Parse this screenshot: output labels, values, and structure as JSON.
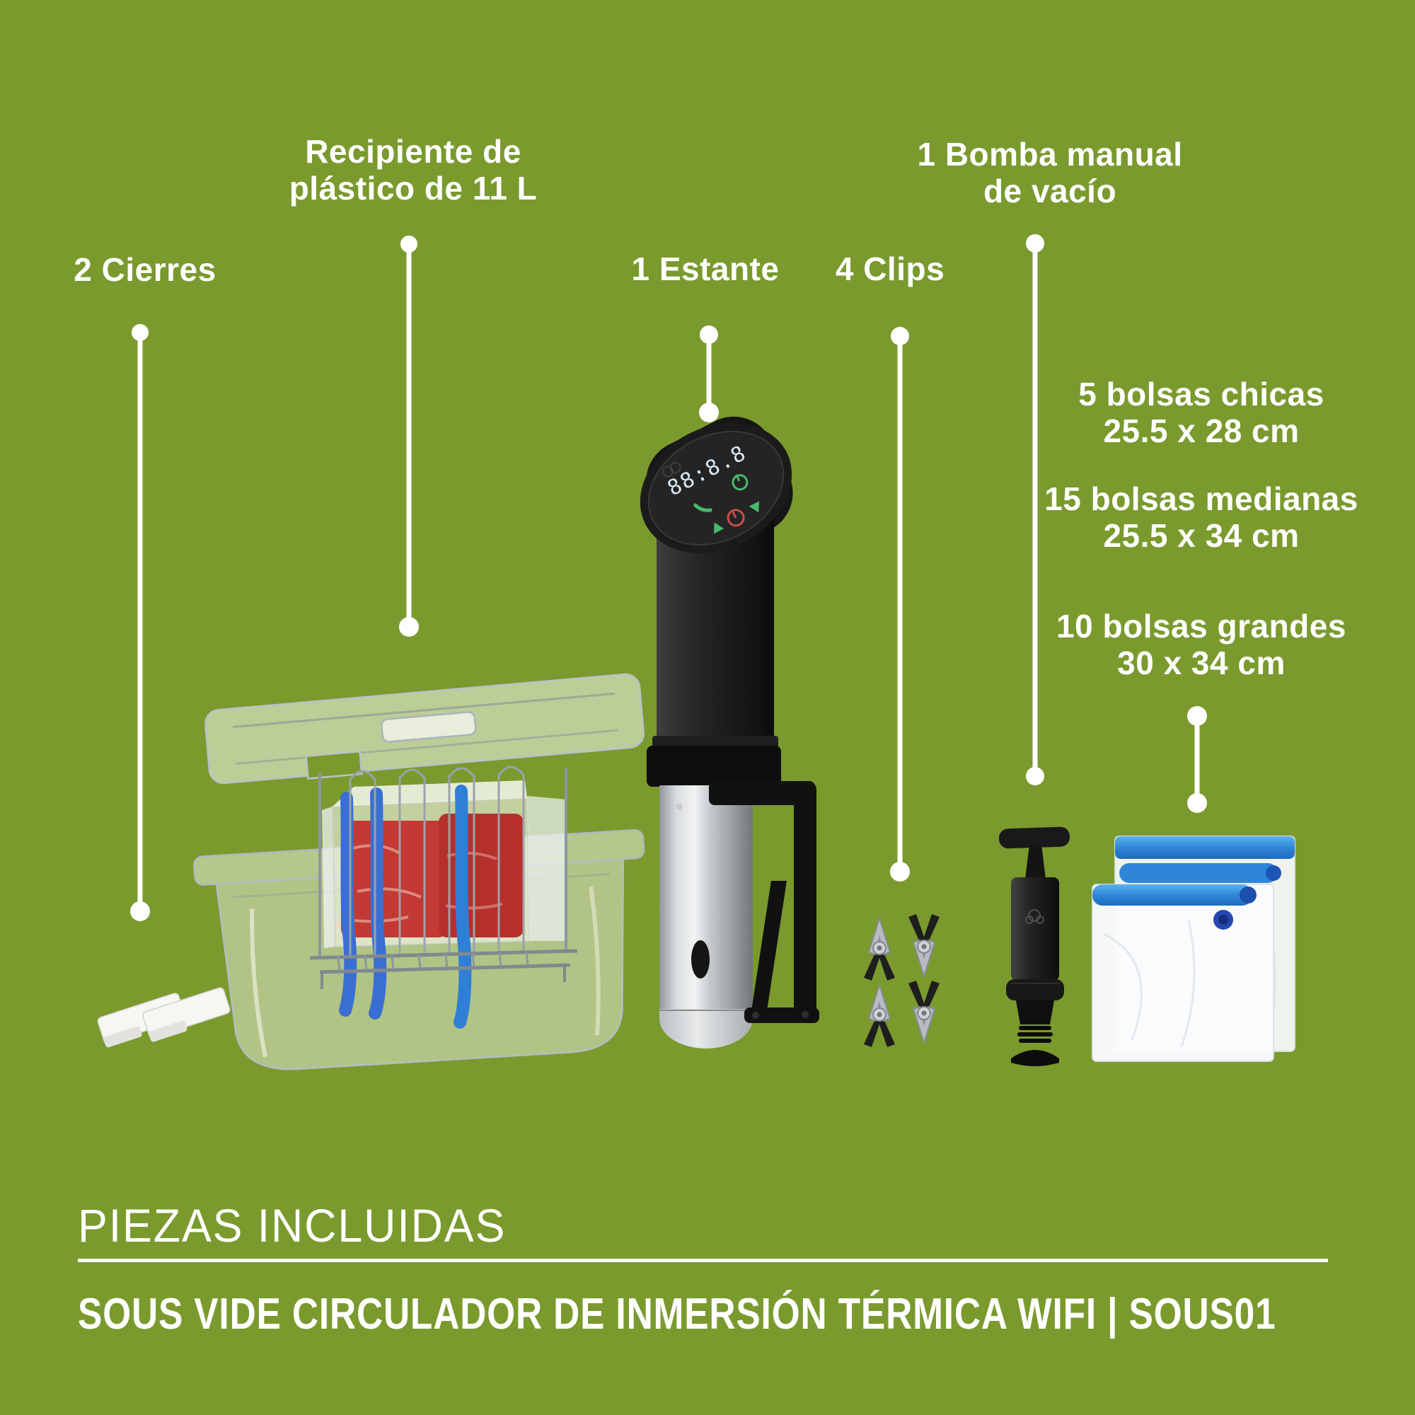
{
  "background": "#7a9a2e",
  "text_color": "#ffffff",
  "labels": {
    "recipiente": {
      "line1": "Recipiente de",
      "line2": "plástico de 11 L"
    },
    "cierres": {
      "line1": "2 Cierres"
    },
    "estante": {
      "line1": "1 Estante"
    },
    "clips": {
      "line1": "4 Clips"
    },
    "bomba": {
      "line1": "1 Bomba manual",
      "line2": "de vacío"
    },
    "bolsas_chicas": {
      "line1": "5 bolsas chicas",
      "line2": "25.5 x 28 cm"
    },
    "bolsas_medianas": {
      "line1": "15 bolsas medianas",
      "line2": "25.5 x 34 cm"
    },
    "bolsas_grandes": {
      "line1": "10 bolsas grandes",
      "line2": "30 x 34 cm"
    }
  },
  "device": {
    "display": "88:8.8"
  },
  "footer": {
    "heading": "PIEZAS INCLUIDAS",
    "subheading": "SOUS VIDE CIRCULADOR DE INMERSIÓN TÉRMICA WIFI | SOUS01"
  },
  "colors": {
    "accent_blue": "#2f86d9",
    "strap_blue": "#3a6fd2",
    "meat_red": "#c23a33",
    "connector_white": "#ffffff"
  }
}
